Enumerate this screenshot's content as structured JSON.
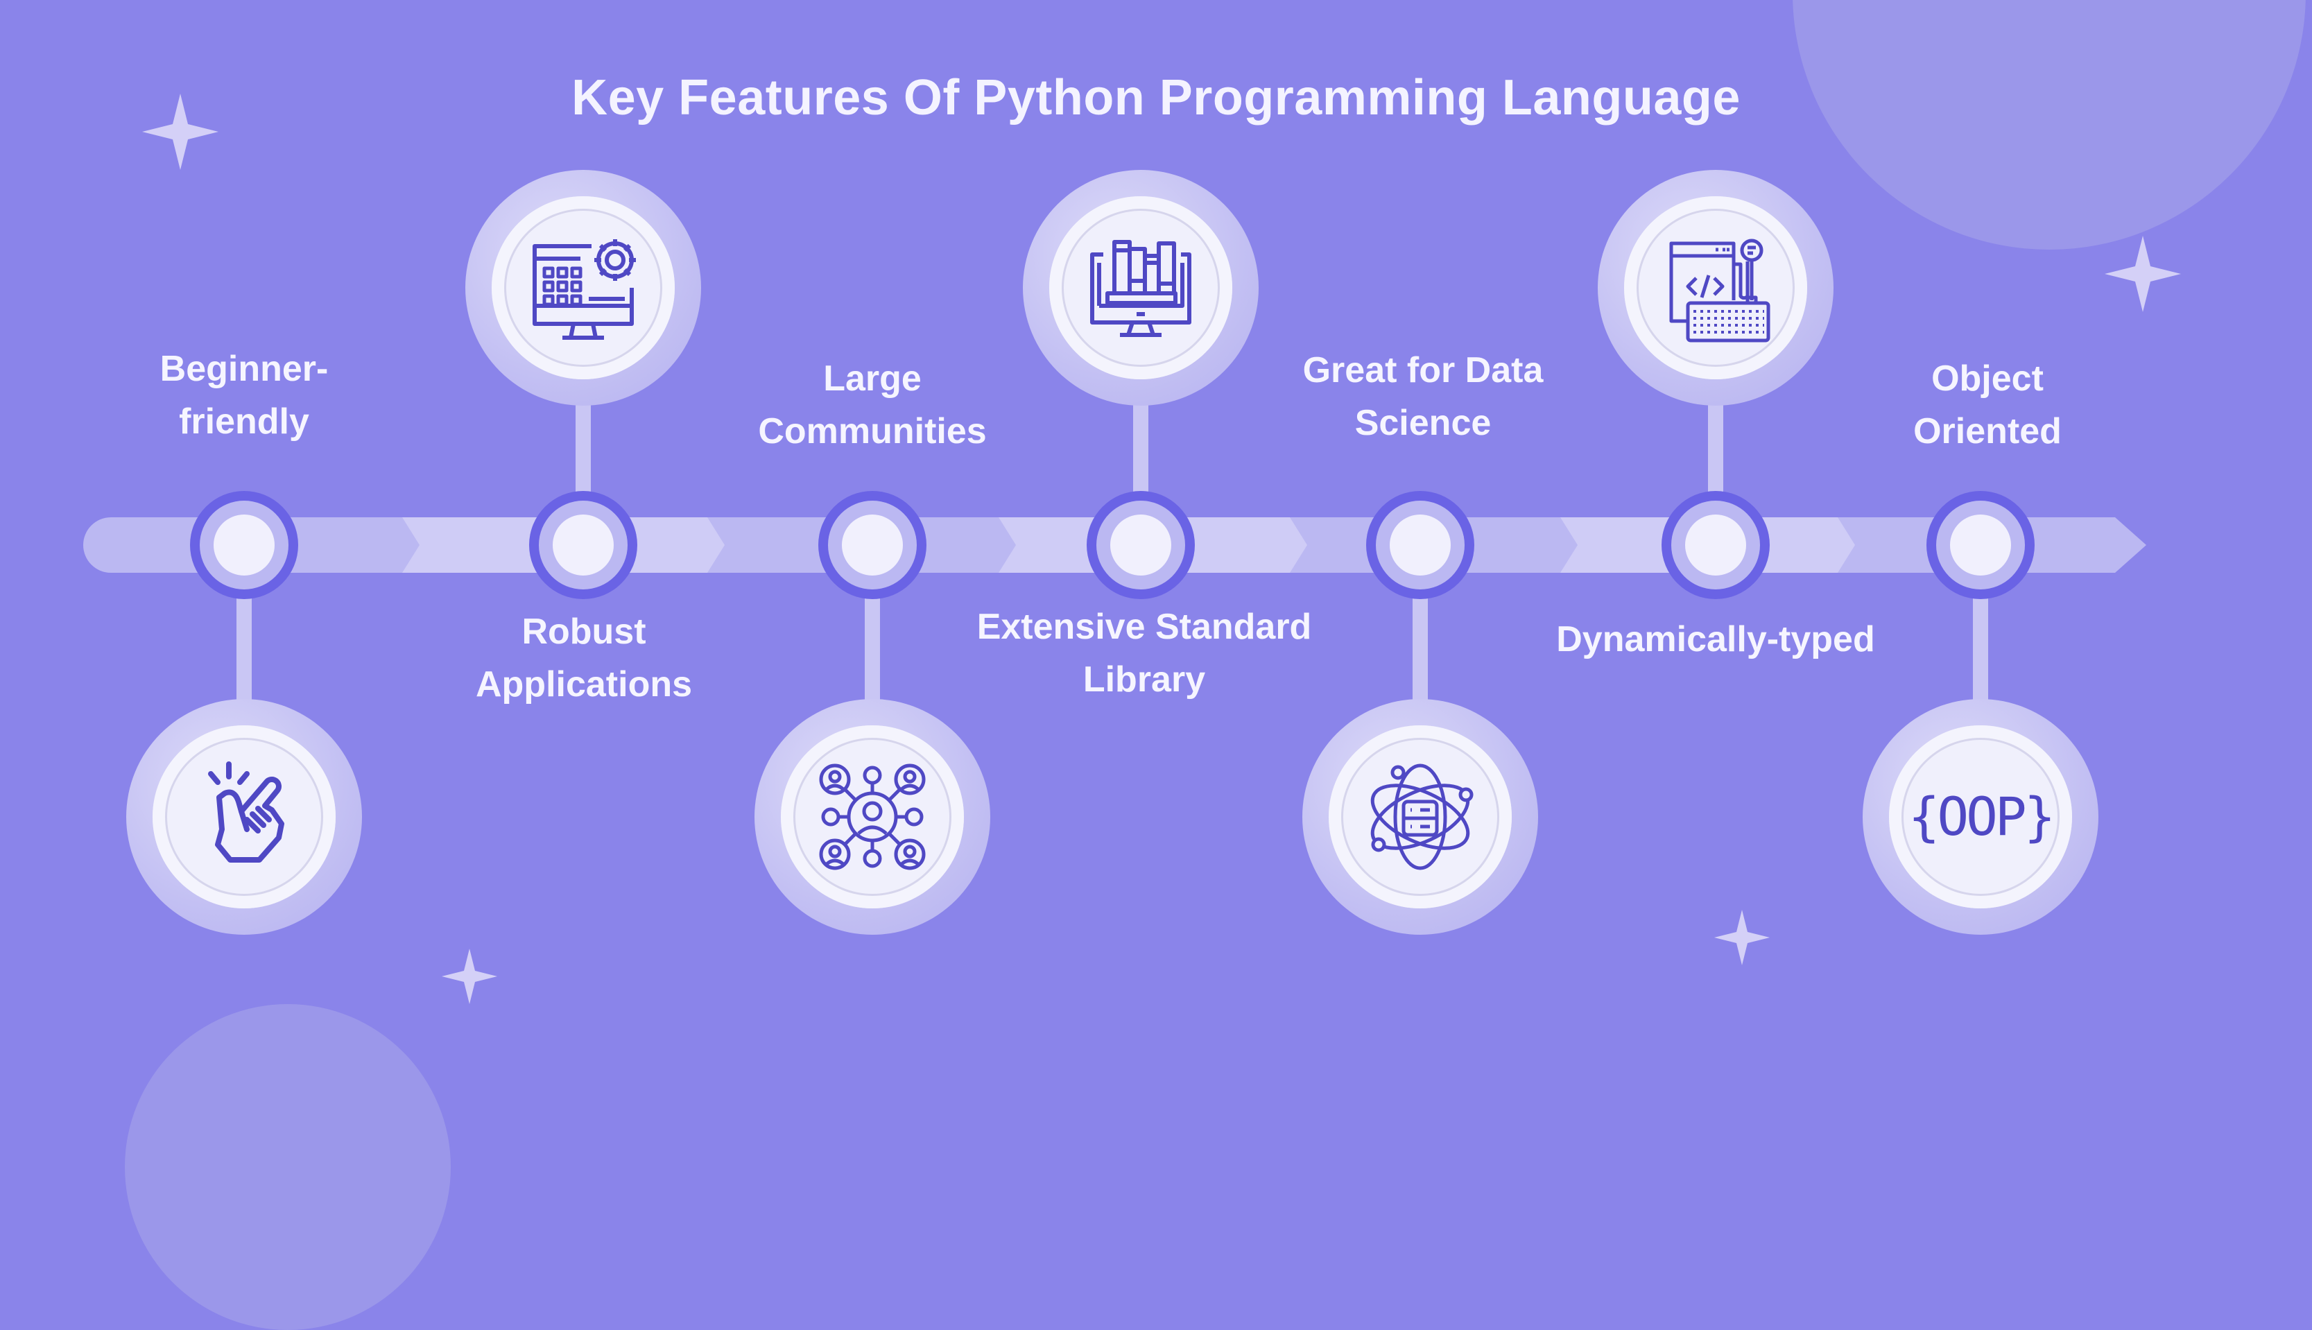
{
  "title": "Key Features Of Python Programming Language",
  "colors": {
    "background": "#8a84ea",
    "accent_ring": "#6a63e5",
    "track": "#bbb8f2",
    "icon_stroke": "#4f48c4",
    "text": "#f6f5ff"
  },
  "features": [
    {
      "label_line1": "Beginner-",
      "label_line2": "friendly",
      "icon": "snap-fingers-icon",
      "position": "label-top-icon-bottom"
    },
    {
      "label_line1": "Robust",
      "label_line2": "Applications",
      "icon": "monitor-gear-icon",
      "position": "icon-top-label-bottom"
    },
    {
      "label_line1": "Large",
      "label_line2": "Communities",
      "icon": "community-network-icon",
      "position": "label-top-icon-bottom"
    },
    {
      "label_line1": "Extensive Standard",
      "label_line2": "Library",
      "icon": "monitor-books-icon",
      "position": "icon-top-label-bottom"
    },
    {
      "label_line1": "Great for Data",
      "label_line2": "Science",
      "icon": "atom-database-icon",
      "position": "label-top-icon-bottom"
    },
    {
      "label_line1": "Dynamically-typed",
      "label_line2": "",
      "icon": "code-window-keyboard-icon",
      "position": "icon-top-label-bottom"
    },
    {
      "label_line1": "Object",
      "label_line2": "Oriented",
      "icon": "oop-braces-icon",
      "position": "label-top-icon-bottom"
    }
  ],
  "oop_icon_text": "{OOP}"
}
